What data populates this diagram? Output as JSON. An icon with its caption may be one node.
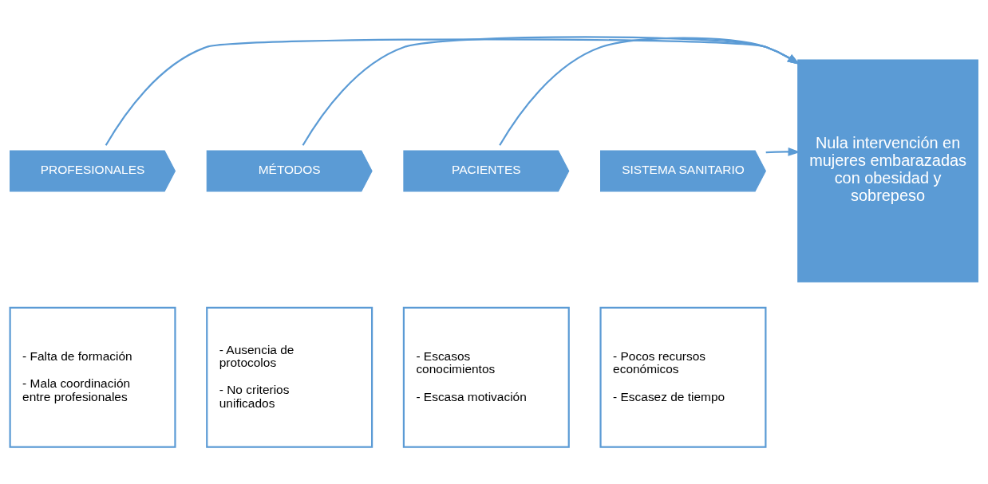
{
  "diagram": {
    "nodes": [
      {
        "text": [
          "PROFESIONALES"
        ]
      },
      {
        "text": [
          "- Falta de formación",
          "- Mala coordinación entre profesionales"
        ]
      },
      {
        "text": [
          "MÉTODOS"
        ]
      },
      {
        "text": [
          "- Ausencia de protocolos",
          "- No criterios unificados"
        ]
      },
      {
        "text": [
          "PACIENTES"
        ]
      },
      {
        "text": [
          "- Escasos conocimientos",
          "- Escasa motivación"
        ]
      },
      {
        "text": [
          "SISTEMA SANITARIO"
        ]
      },
      {
        "text": [
          "- Pocos recursos económicos",
          "- Escasez de tiempo"
        ]
      },
      {
        "text": [
          "Nula intervención en mujeres embarazadas con obesidad y sobrepeso"
        ]
      }
    ],
    "edges": [
      {
        "from": 0,
        "to": 8,
        "arrow": "to"
      },
      {
        "from": 2,
        "to": 8,
        "arrow": "to"
      },
      {
        "from": 4,
        "to": 8,
        "arrow": "to"
      },
      {
        "from": 6,
        "to": 8,
        "arrow": "to"
      }
    ]
  }
}
